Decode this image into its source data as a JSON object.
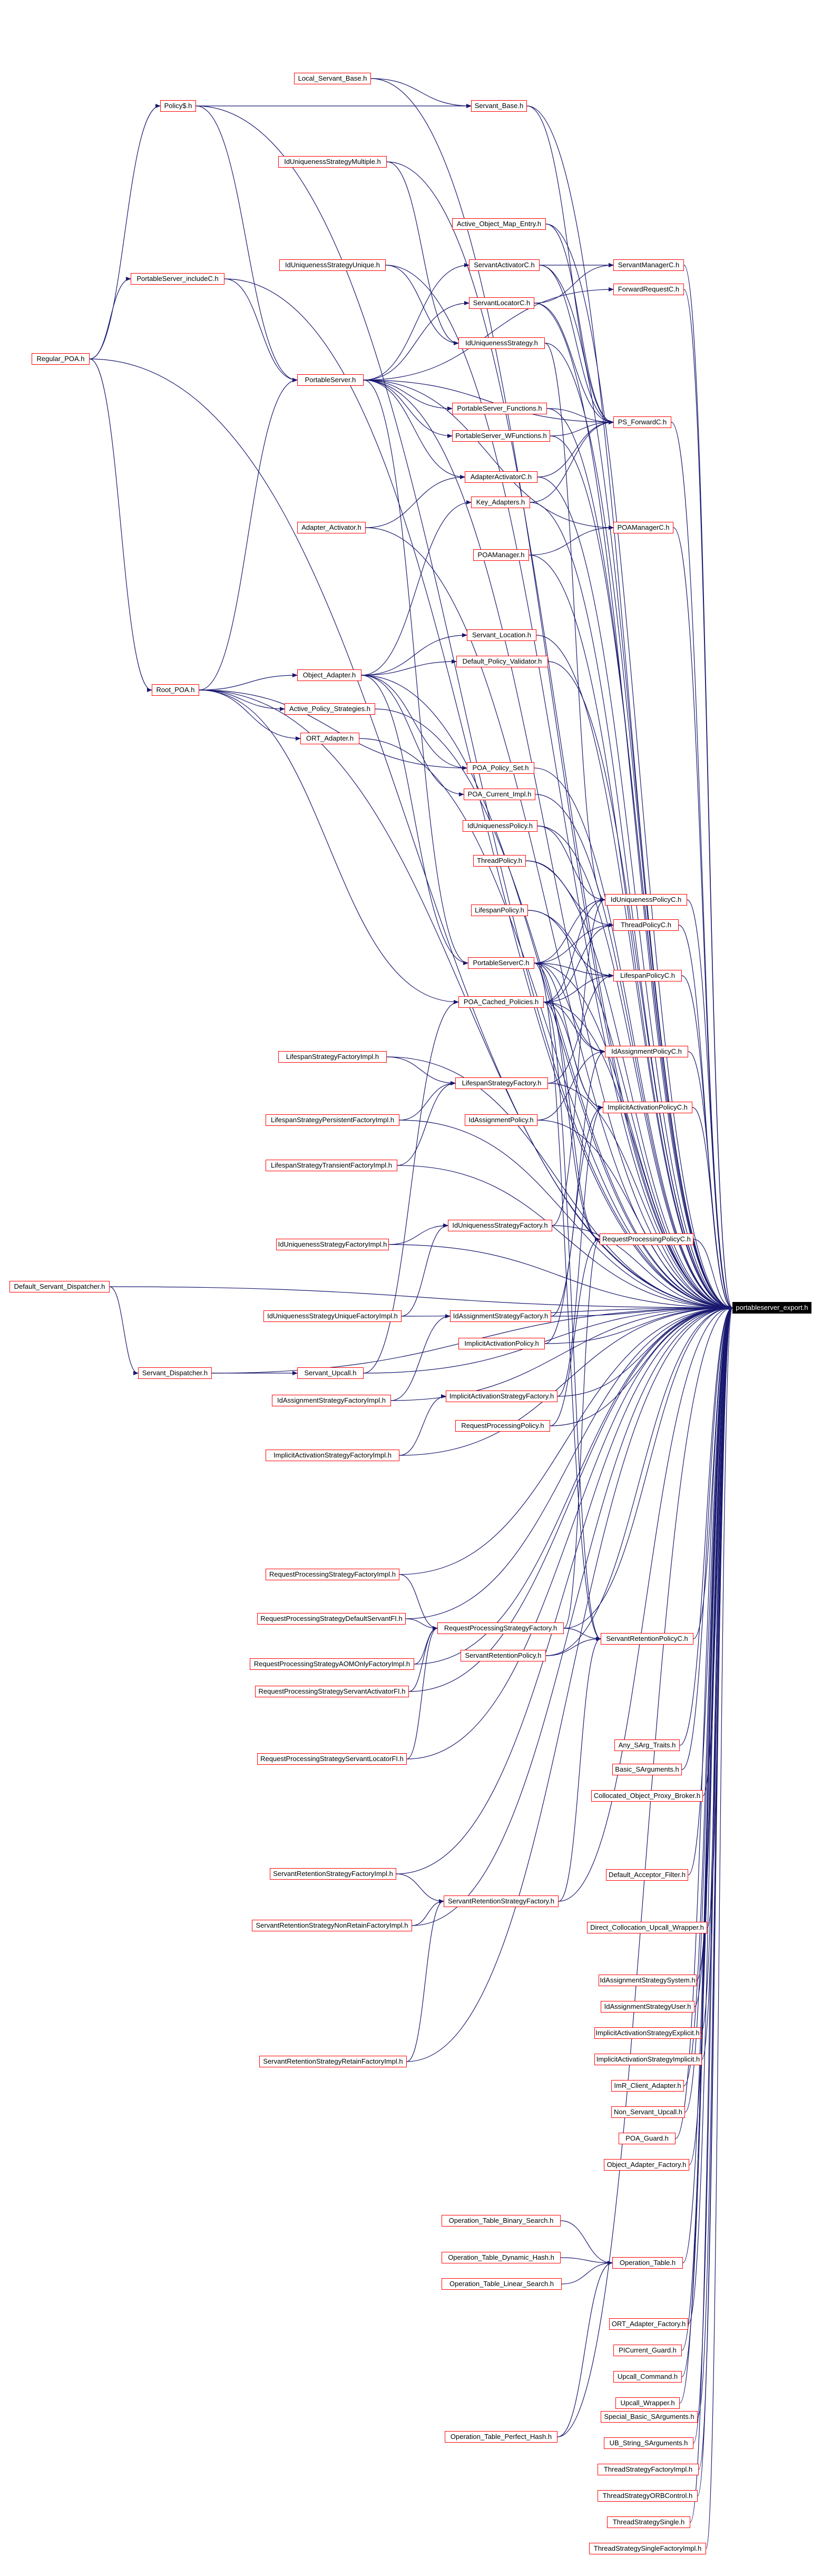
{
  "target": {
    "id": "target",
    "label": "portableserver_export.h"
  },
  "nodes": [
    {
      "id": "local_servant_base",
      "label": "Local_Servant_Base.h"
    },
    {
      "id": "policy_s",
      "label": "Policy$.h"
    },
    {
      "id": "servant_base",
      "label": "Servant_Base.h"
    },
    {
      "id": "iduniq_multiple",
      "label": "IdUniquenessStrategyMultiple.h"
    },
    {
      "id": "active_object_map_entry",
      "label": "Active_Object_Map_Entry.h"
    },
    {
      "id": "iduniq_unique",
      "label": "IdUniquenessStrategyUnique.h"
    },
    {
      "id": "servantactivatorc",
      "label": "ServantActivatorC.h"
    },
    {
      "id": "servantmanagerc",
      "label": "ServantManagerC.h"
    },
    {
      "id": "portableserver_includec",
      "label": "PortableServer_includeC.h"
    },
    {
      "id": "forwardrequestc",
      "label": "ForwardRequestC.h"
    },
    {
      "id": "servantlocatorc",
      "label": "ServantLocatorC.h"
    },
    {
      "id": "iduniq_strategy",
      "label": "IdUniquenessStrategy.h"
    },
    {
      "id": "regular_poa",
      "label": "Regular_POA.h"
    },
    {
      "id": "portableserver_functions",
      "label": "PortableServer_Functions.h"
    },
    {
      "id": "portableserver",
      "label": "PortableServer.h"
    },
    {
      "id": "ps_forwardc",
      "label": "PS_ForwardC.h"
    },
    {
      "id": "portableserver_wfunctions",
      "label": "PortableServer_WFunctions.h"
    },
    {
      "id": "adapteractivatorc",
      "label": "AdapterActivatorC.h"
    },
    {
      "id": "adapter_activator",
      "label": "Adapter_Activator.h"
    },
    {
      "id": "key_adapters",
      "label": "Key_Adapters.h"
    },
    {
      "id": "poamanagerc",
      "label": "POAManagerC.h"
    },
    {
      "id": "poamanager",
      "label": "POAManager.h"
    },
    {
      "id": "servant_location",
      "label": "Servant_Location.h"
    },
    {
      "id": "default_policy_validator",
      "label": "Default_Policy_Validator.h"
    },
    {
      "id": "object_adapter",
      "label": "Object_Adapter.h"
    },
    {
      "id": "root_poa",
      "label": "Root_POA.h"
    },
    {
      "id": "active_policy_strategies",
      "label": "Active_Policy_Strategies.h"
    },
    {
      "id": "ort_adapter",
      "label": "ORT_Adapter.h"
    },
    {
      "id": "poa_policy_set",
      "label": "POA_Policy_Set.h"
    },
    {
      "id": "poa_current_impl",
      "label": "POA_Current_Impl.h"
    },
    {
      "id": "iduniquenesspolicy",
      "label": "IdUniquenessPolicy.h"
    },
    {
      "id": "threadpolicy",
      "label": "ThreadPolicy.h"
    },
    {
      "id": "iduniquenesspolicyc",
      "label": "IdUniquenessPolicyC.h"
    },
    {
      "id": "lifespanpolicy",
      "label": "LifespanPolicy.h"
    },
    {
      "id": "threadpolicyc",
      "label": "ThreadPolicyC.h"
    },
    {
      "id": "portableserverc",
      "label": "PortableServerC.h"
    },
    {
      "id": "lifespanpolicyc",
      "label": "LifespanPolicyC.h"
    },
    {
      "id": "poa_cached_policies",
      "label": "POA_Cached_Policies.h"
    },
    {
      "id": "lifespan_factory_impl",
      "label": "LifespanStrategyFactoryImpl.h"
    },
    {
      "id": "idassignmentpolicyc",
      "label": "IdAssignmentPolicyC.h"
    },
    {
      "id": "lifespan_factory",
      "label": "LifespanStrategyFactory.h"
    },
    {
      "id": "lifespan_persistent",
      "label": "LifespanStrategyPersistentFactoryImpl.h"
    },
    {
      "id": "idassignmentpolicy",
      "label": "IdAssignmentPolicy.h"
    },
    {
      "id": "implicitactivationpolicyc",
      "label": "ImplicitActivationPolicyC.h"
    },
    {
      "id": "lifespan_transient",
      "label": "LifespanStrategyTransientFactoryImpl.h"
    },
    {
      "id": "iduniq_factory_impl",
      "label": "IdUniquenessStrategyFactoryImpl.h"
    },
    {
      "id": "iduniq_factory",
      "label": "IdUniquenessStrategyFactory.h"
    },
    {
      "id": "requestprocessingpolicyc",
      "label": "RequestProcessingPolicyC.h"
    },
    {
      "id": "default_servant_dispatcher",
      "label": "Default_Servant_Dispatcher.h"
    },
    {
      "id": "iduniq_unique_factory_impl",
      "label": "IdUniquenessStrategyUniqueFactoryImpl.h"
    },
    {
      "id": "idassign_factory",
      "label": "IdAssignmentStrategyFactory.h"
    },
    {
      "id": "servant_dispatcher",
      "label": "Servant_Dispatcher.h"
    },
    {
      "id": "servant_upcall",
      "label": "Servant_Upcall.h"
    },
    {
      "id": "implicitactivationpolicy",
      "label": "ImplicitActivationPolicy.h"
    },
    {
      "id": "idassign_factory_impl",
      "label": "IdAssignmentStrategyFactoryImpl.h"
    },
    {
      "id": "implicit_factory",
      "label": "ImplicitActivationStrategyFactory.h"
    },
    {
      "id": "requestprocessingpolicy",
      "label": "RequestProcessingPolicy.h"
    },
    {
      "id": "implicit_factory_impl",
      "label": "ImplicitActivationStrategyFactoryImpl.h"
    },
    {
      "id": "reqproc_factory_impl",
      "label": "RequestProcessingStrategyFactoryImpl.h"
    },
    {
      "id": "reqproc_default_servant",
      "label": "RequestProcessingStrategyDefaultServantFI.h"
    },
    {
      "id": "reqproc_factory",
      "label": "RequestProcessingStrategyFactory.h"
    },
    {
      "id": "servantretentionpolicy",
      "label": "ServantRetentionPolicy.h"
    },
    {
      "id": "servantretentionpolicyc",
      "label": "ServantRetentionPolicyC.h"
    },
    {
      "id": "reqproc_aom_only",
      "label": "RequestProcessingStrategyAOMOnlyFactoryImpl.h"
    },
    {
      "id": "reqproc_servant_activator",
      "label": "RequestProcessingStrategyServantActivatorFI.h"
    },
    {
      "id": "any_sarg_traits",
      "label": "Any_SArg_Traits.h"
    },
    {
      "id": "basic_sarguments",
      "label": "Basic_SArguments.h"
    },
    {
      "id": "reqproc_servant_locator",
      "label": "RequestProcessingStrategyServantLocatorFI.h"
    },
    {
      "id": "collocated_object_proxy_broker",
      "label": "Collocated_Object_Proxy_Broker.h"
    },
    {
      "id": "servret_factory_impl",
      "label": "ServantRetentionStrategyFactoryImpl.h"
    },
    {
      "id": "default_acceptor_filter",
      "label": "Default_Acceptor_Filter.h"
    },
    {
      "id": "servret_factory",
      "label": "ServantRetentionStrategyFactory.h"
    },
    {
      "id": "servret_nonretain",
      "label": "ServantRetentionStrategyNonRetainFactoryImpl.h"
    },
    {
      "id": "direct_collocation_upcall_wrapper",
      "label": "Direct_Collocation_Upcall_Wrapper.h"
    },
    {
      "id": "idassign_system",
      "label": "IdAssignmentStrategySystem.h"
    },
    {
      "id": "idassign_user",
      "label": "IdAssignmentStrategyUser.h"
    },
    {
      "id": "servret_retain",
      "label": "ServantRetentionStrategyRetainFactoryImpl.h"
    },
    {
      "id": "implicit_explicit",
      "label": "ImplicitActivationStrategyExplicit.h"
    },
    {
      "id": "implicit_implicit",
      "label": "ImplicitActivationStrategyImplicit.h"
    },
    {
      "id": "imr_client_adapter",
      "label": "ImR_Client_Adapter.h"
    },
    {
      "id": "non_servant_upcall",
      "label": "Non_Servant_Upcall.h"
    },
    {
      "id": "poa_guard",
      "label": "POA_Guard.h"
    },
    {
      "id": "object_adapter_factory",
      "label": "Object_Adapter_Factory.h"
    },
    {
      "id": "optable_binary",
      "label": "Operation_Table_Binary_Search.h"
    },
    {
      "id": "optable_dynamic",
      "label": "Operation_Table_Dynamic_Hash.h"
    },
    {
      "id": "operation_table",
      "label": "Operation_Table.h"
    },
    {
      "id": "optable_linear",
      "label": "Operation_Table_Linear_Search.h"
    },
    {
      "id": "ort_adapter_factory",
      "label": "ORT_Adapter_Factory.h"
    },
    {
      "id": "picurrent_guard",
      "label": "PICurrent_Guard.h"
    },
    {
      "id": "upcall_command",
      "label": "Upcall_Command.h"
    },
    {
      "id": "upcall_wrapper",
      "label": "Upcall_Wrapper.h"
    },
    {
      "id": "optable_perfect",
      "label": "Operation_Table_Perfect_Hash.h"
    },
    {
      "id": "special_basic_sarguments",
      "label": "Special_Basic_SArguments.h"
    },
    {
      "id": "ub_string_sarguments",
      "label": "UB_String_SArguments.h"
    },
    {
      "id": "thread_factory_impl",
      "label": "ThreadStrategyFactoryImpl.h"
    },
    {
      "id": "thread_orbcontrol",
      "label": "ThreadStrategyORBControl.h"
    },
    {
      "id": "thread_single",
      "label": "ThreadStrategySingle.h"
    },
    {
      "id": "thread_single_factory_impl",
      "label": "ThreadStrategySingleFactoryImpl.h"
    }
  ]
}
